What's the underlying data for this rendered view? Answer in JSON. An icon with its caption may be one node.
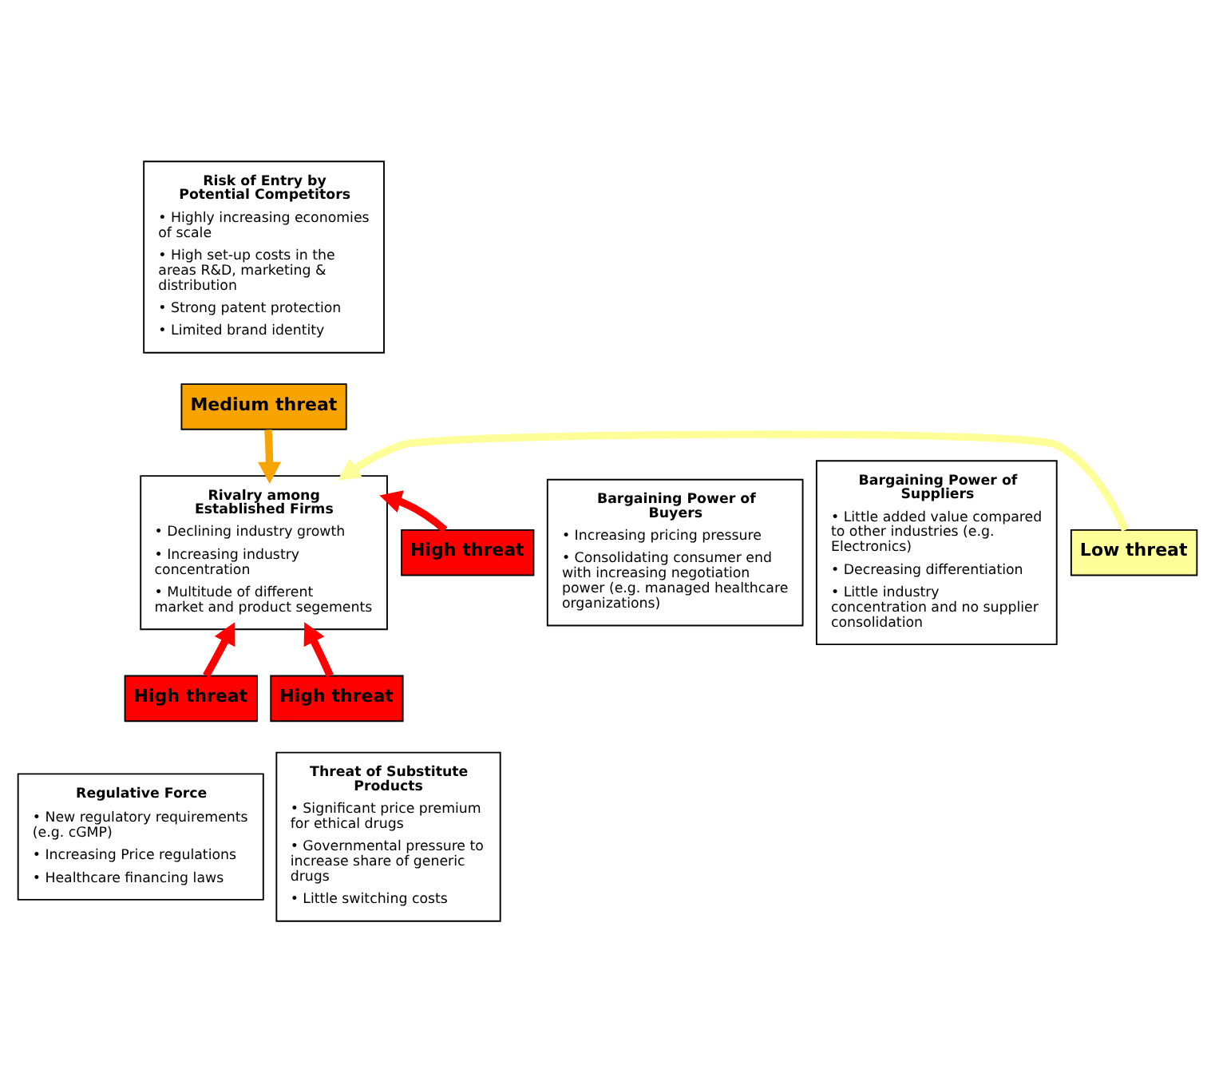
{
  "diagram": {
    "nodes": [
      {
        "text": [
          "Risk of Entry by Potential Competitors",
          "• Highly increasing economies of scale",
          "• High set-up costs in the areas R&D, marketing & distribution",
          "• Strong patent protection",
          "• Limited brand identity"
        ]
      },
      {
        "text": [
          "Medium threat"
        ]
      },
      {
        "text": [
          "Bargaining Power of Suppliers",
          "• Little added value compared to other industries (e.g. Electronics)",
          "• Decreasing differentiation",
          "• Little industry concentration and no supplier consolidation"
        ]
      },
      {
        "text": [
          "Low threat"
        ]
      },
      {
        "text": [
          "Rivalry among Established Firms",
          "• Declining industry growth",
          "• Increasing industry concentration",
          "• Multitude of different market and product segements"
        ]
      },
      {
        "text": [
          "High threat"
        ]
      },
      {
        "text": [
          "Bargaining Power of Buyers",
          "• Increasing pricing pressure",
          "• Consolidating consumer end with increasing negotiation power (e.g. managed healthcare organizations)"
        ]
      },
      {
        "text": [
          "High threat"
        ]
      },
      {
        "text": [
          "Regulative Force",
          "• New regulatory requirements (e.g. cGMP)",
          "• Increasing Price regulations",
          "• Healthcare financing laws"
        ]
      },
      {
        "text": [
          "High threat"
        ]
      },
      {
        "text": [
          "Threat of Substitute Products",
          "• Significant price premium for ethical drugs",
          "• Governmental pressure to increase share of generic drugs",
          "• Little switching costs"
        ]
      }
    ],
    "edges": [
      {
        "from": 1,
        "to": 4,
        "arrow": "to",
        "color": "#f7a400"
      },
      {
        "from": 3,
        "to": 4,
        "arrow": "to",
        "color": "#ffff99"
      },
      {
        "from": 5,
        "to": 4,
        "arrow": "to"
      },
      {
        "from": 7,
        "to": 4,
        "arrow": "to"
      },
      {
        "from": 9,
        "to": 4,
        "arrow": "to"
      }
    ]
  }
}
